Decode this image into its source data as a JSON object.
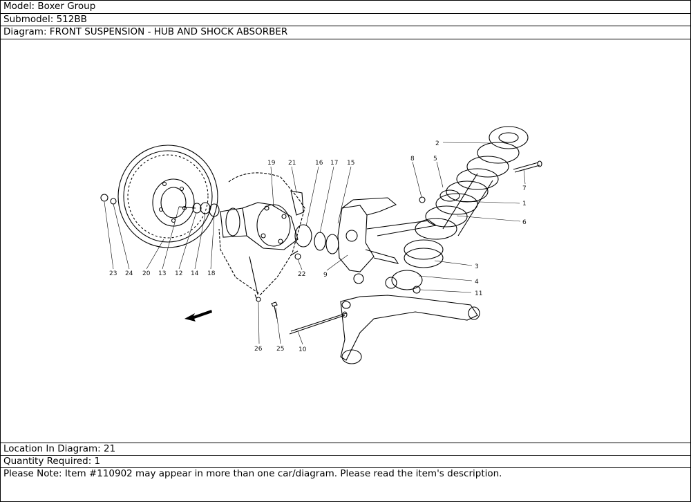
{
  "header": {
    "model": "Model: Boxer Group",
    "submodel": "Submodel: 512BB",
    "diagram": "Diagram: FRONT SUSPENSION - HUB AND SHOCK ABSORBER"
  },
  "callouts": [
    "1",
    "2",
    "3",
    "4",
    "5",
    "6",
    "7",
    "8",
    "9",
    "10",
    "11",
    "12",
    "13",
    "14",
    "15",
    "16",
    "17",
    "18",
    "19",
    "20",
    "21",
    "22",
    "23",
    "24",
    "25",
    "26"
  ],
  "footer": {
    "location": "Location In Diagram: 21",
    "quantity": "Quantity Required: 1",
    "note": "Please Note: Item #110902 may appear in more than one car/diagram. Please read the item's description."
  }
}
